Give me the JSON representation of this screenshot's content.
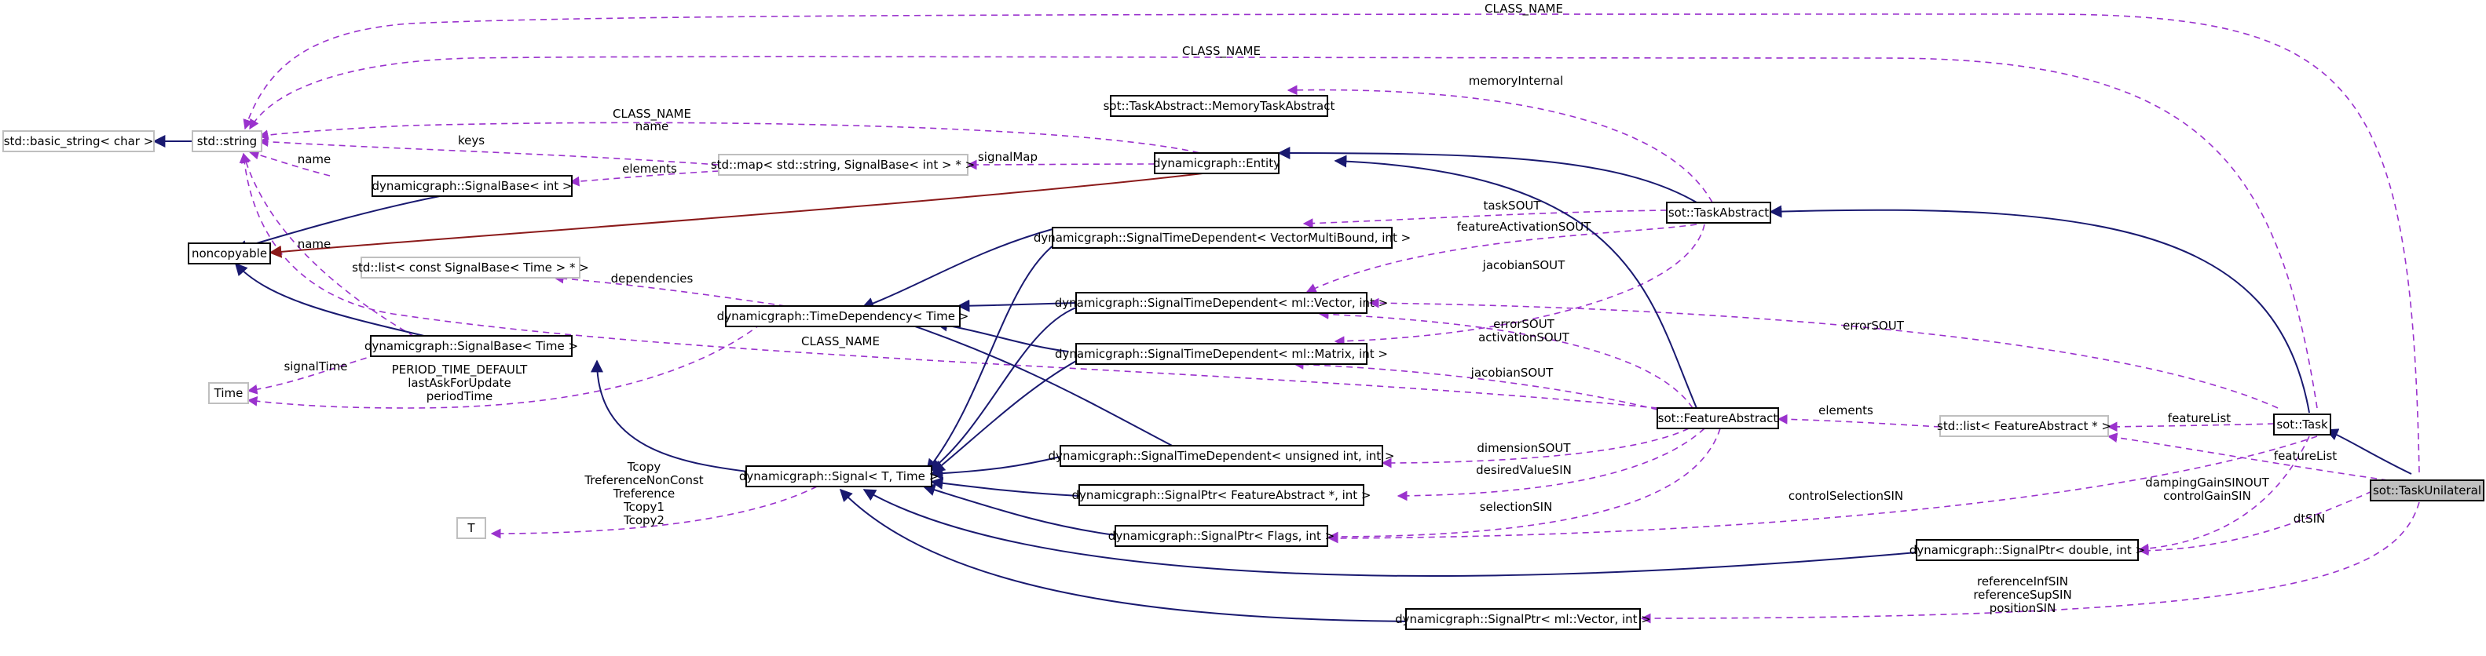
{
  "nodes": {
    "basic_string": "std::basic_string< char >",
    "string": "std::string",
    "noncopyable": "noncopyable",
    "time": "Time",
    "t": "T",
    "memory_task": "sot::TaskAbstract::MemoryTaskAbstract",
    "map": "std::map< std::string, SignalBase< int > * >",
    "signalbase_int": "dynamicgraph::SignalBase< int >",
    "entity": "dynamicgraph::Entity",
    "task_abstract": "sot::TaskAbstract",
    "std_list_signalbase": "std::list< const SignalBase< Time > * >",
    "time_dependency": "dynamicgraph::TimeDependency< Time >",
    "signalbase_time": "dynamicgraph::SignalBase< Time >",
    "std_td_vmb": "dynamicgraph::SignalTimeDependent< VectorMultiBound, int >",
    "std_td_vector": "dynamicgraph::SignalTimeDependent< ml::Vector, int >",
    "std_td_matrix": "dynamicgraph::SignalTimeDependent< ml::Matrix, int >",
    "std_td_uint": "dynamicgraph::SignalTimeDependent< unsigned int, int >",
    "signal": "dynamicgraph::Signal< T, Time >",
    "sigptr_feature": "dynamicgraph::SignalPtr< FeatureAbstract *, int >",
    "sigptr_flags": "dynamicgraph::SignalPtr< Flags, int >",
    "feature_abstract": "sot::FeatureAbstract",
    "std_list_feature": "std::list< FeatureAbstract * >",
    "task": "sot::Task",
    "task_unilateral": "sot::TaskUnilateral",
    "sigptr_double": "dynamicgraph::SignalPtr< double, int >",
    "sigptr_vector": "dynamicgraph::SignalPtr< ml::Vector, int >"
  },
  "labels": {
    "class_name_top": "CLASS_NAME",
    "class_name_second": "CLASS_NAME",
    "memory_internal": "memoryInternal",
    "class_name_name_1": "CLASS_NAME",
    "class_name_name_2": "name",
    "keys": "keys",
    "signal_map": "signalMap",
    "elements_map": "elements",
    "name_signalbase": "name",
    "task_sout": "taskSOUT",
    "feature_activation_sout": "featureActivationSOUT",
    "jacobian_sout_task": "jacobianSOUT",
    "name_noncopyable": "name",
    "dependencies": "dependencies",
    "class_name_feature": "CLASS_NAME",
    "signal_time": "signalTime",
    "period_1": "PERIOD_TIME_DEFAULT",
    "period_2": "lastAskForUpdate",
    "period_3": "periodTime",
    "error_sout_task": "errorSOUT",
    "error_sout_feature": "errorSOUT",
    "activation_sout": "activationSOUT",
    "jacobian_sout_feature": "jacobianSOUT",
    "elements_list": "elements",
    "feature_list_1": "featureList",
    "feature_list_2": "featureList",
    "dimension_sout": "dimensionSOUT",
    "desired_value_sin": "desiredValueSIN",
    "selection_sin": "selectionSIN",
    "control_selection_sin": "controlSelectionSIN",
    "damping_1": "dampingGainSINOUT",
    "damping_2": "controlGainSIN",
    "dt_sin": "dtSIN",
    "tcopy_1": "Tcopy",
    "tcopy_2": "TreferenceNonConst",
    "tcopy_3": "Treference",
    "tcopy_4": "Tcopy1",
    "tcopy_5": "Tcopy2",
    "ref_1": "referenceInfSIN",
    "ref_2": "referenceSupSIN",
    "ref_3": "positionSIN"
  },
  "colors": {
    "inheritance": "#191970",
    "usage": "#9a32cd",
    "private_inheritance": "#8b1a1a",
    "focus_node_fill": "#bfbfbf",
    "grey_node_border": "#bfbfbf"
  }
}
